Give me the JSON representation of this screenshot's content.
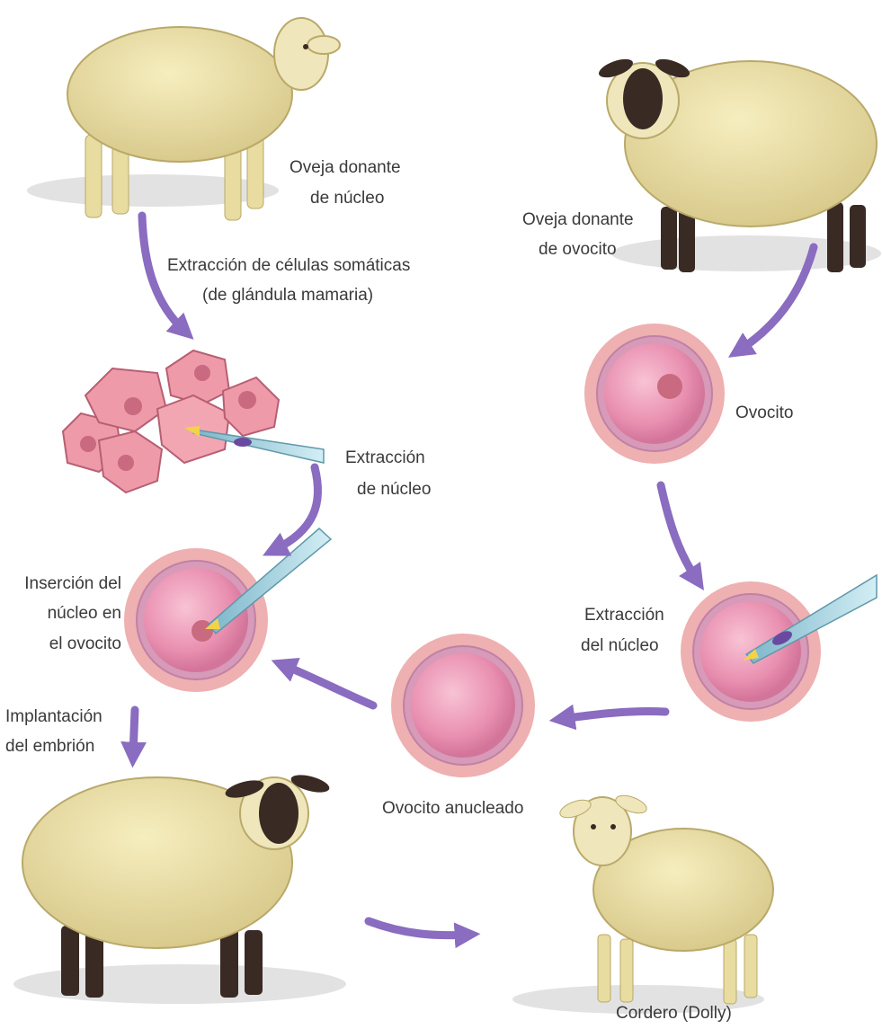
{
  "labels": {
    "donor_nucleus_l1": "Oveja donante",
    "donor_nucleus_l2": "de núcleo",
    "extraction_somatic_l1": "Extracción de células somáticas",
    "extraction_somatic_l2": "(de glándula mamaria)",
    "donor_oocyte_l1": "Oveja donante",
    "donor_oocyte_l2": "de ovocito",
    "oocyte": "Ovocito",
    "nucleus_extraction_cells_l1": "Extracción",
    "nucleus_extraction_cells_l2": "de núcleo",
    "insertion_l1": "Inserción del",
    "insertion_l2": "núcleo en",
    "insertion_l3": "el ovocito",
    "nucleus_extraction_oocyte_l1": "Extracción",
    "nucleus_extraction_oocyte_l2": "del núcleo",
    "implantation_l1": "Implantación",
    "implantation_l2": "del embrión",
    "enucleated_oocyte": "Ovocito anucleado",
    "lamb": "Cordero (Dolly)"
  },
  "colors": {
    "arrow": "#8a6cc0",
    "wool": "#eee3a6",
    "wool_shade": "#d8c988",
    "black_face": "#3a2a24",
    "cell": "#ef9aa8",
    "cell_nucleus": "#c96a80",
    "oocyte": "#e98fb0",
    "zona": "#d79ab9",
    "granulosa": "#eeb0b0",
    "pipette": "#9fd0de"
  }
}
